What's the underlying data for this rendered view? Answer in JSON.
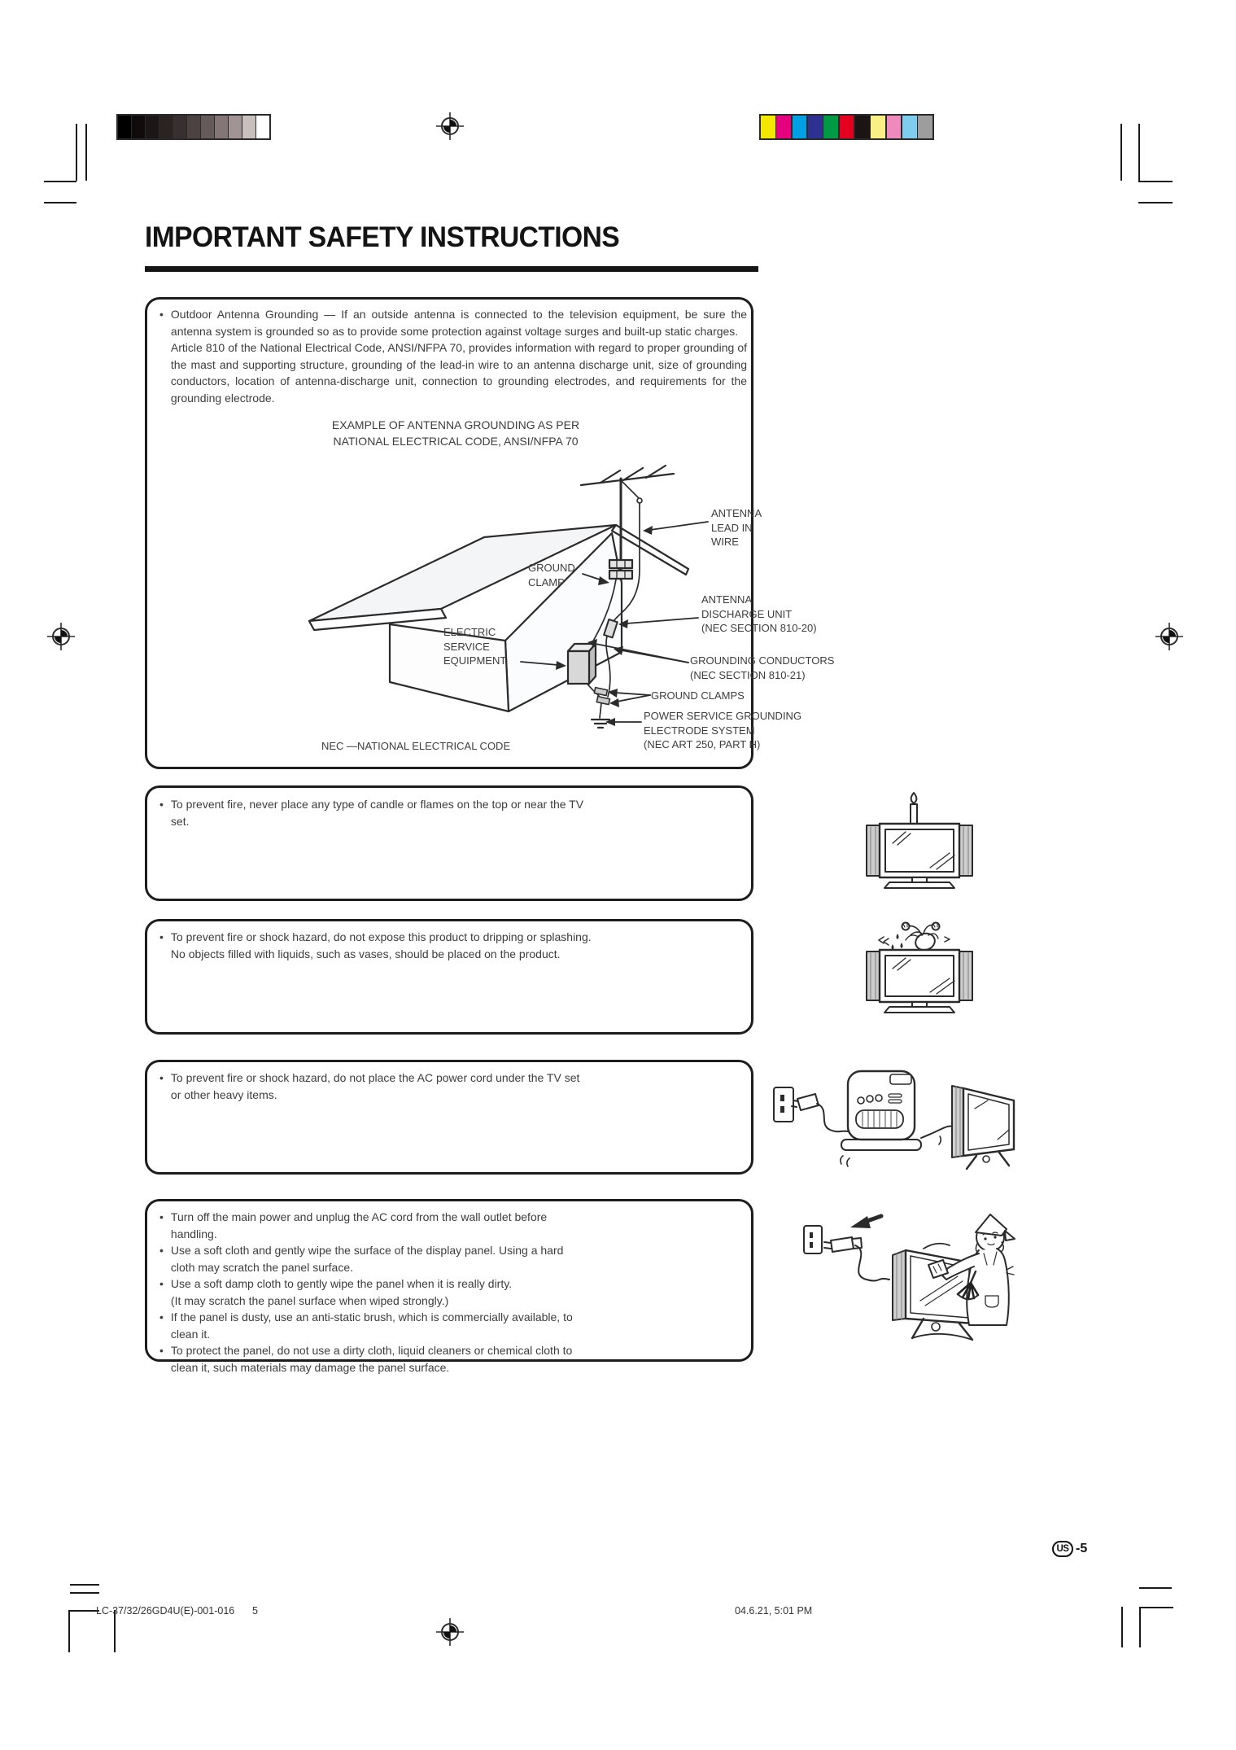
{
  "header": {
    "title": "IMPORTANT SAFETY INSTRUCTIONS"
  },
  "print_marks": {
    "grayscale_bar": [
      "#000000",
      "#0f0b0b",
      "#1c1616",
      "#2a2322",
      "#383030",
      "#4c4242",
      "#665a5a",
      "#847676",
      "#a29494",
      "#c9bfbd",
      "#ffffff"
    ],
    "color_bar": [
      "#f5e800",
      "#e4007f",
      "#00a0e4",
      "#2e3192",
      "#009a44",
      "#e50020",
      "#1c1412",
      "#f8f084",
      "#ef8abc",
      "#7fcdee",
      "#9d9d9d"
    ]
  },
  "antenna_section": {
    "body": "Outdoor Antenna Grounding — If an outside antenna is connected to the television equipment, be sure the antenna system is grounded so as to provide some protection against voltage surges and built-up static charges.\nArticle 810 of the National Electrical Code, ANSI/NFPA 70, provides information with regard to proper grounding of the mast and supporting structure, grounding of the lead-in wire to an antenna discharge unit, size of grounding conductors, location of antenna-discharge unit, connection to grounding electrodes, and requirements for the grounding electrode.",
    "diagram": {
      "caption": "EXAMPLE OF ANTENNA GROUNDING AS PER\nNATIONAL ELECTRICAL CODE, ANSI/NFPA 70",
      "labels": {
        "antenna_lead_in_wire": "ANTENNA\nLEAD IN\nWIRE",
        "ground_clamp": "GROUND\nCLAMP",
        "electric_service_equipment": "ELECTRIC\nSERVICE\nEQUIPMENT",
        "antenna_discharge_unit": "ANTENNA\nDISCHARGE UNIT\n(NEC SECTION 810-20)",
        "grounding_conductors": "GROUNDING CONDUCTORS\n(NEC SECTION 810-21)",
        "ground_clamps": "GROUND CLAMPS",
        "power_service": "POWER SERVICE GROUNDING\nELECTRODE SYSTEM\n(NEC ART 250, PART H)",
        "nec_note": "NEC —NATIONAL ELECTRICAL CODE"
      }
    }
  },
  "candle_section": {
    "body": "To prevent fire, never place any type of candle or flames on the top or near the TV\nset."
  },
  "liquids_section": {
    "body": "To prevent fire or shock hazard, do not expose this product to dripping or splashing.\nNo objects filled with liquids, such as vases, should be placed on the product."
  },
  "power_cord_section": {
    "body": "To prevent fire or shock hazard, do not place the AC power cord under the TV set\nor other heavy items."
  },
  "handling_section": {
    "bullets": [
      "Turn off the main power and unplug the AC cord from the wall outlet before handling.",
      "Use a soft cloth and gently wipe the surface of the display panel. Using a hard\ncloth may scratch the panel surface.",
      "Use a soft damp cloth to gently wipe the panel when it is really dirty.\n(It may scratch the panel surface when wiped strongly.)",
      "If the panel is dusty, use an anti-static brush, which is commercially available, to\nclean it.",
      "To protect the panel, do not use a dirty cloth, liquid cleaners or chemical cloth to\nclean it, such materials may damage the panel surface."
    ]
  },
  "page_marker": {
    "region": "US",
    "number": "-5"
  },
  "footer": {
    "document_code": "LC-37/32/26GD4U(E)-001-016",
    "page": "5",
    "timestamp": "04.6.21, 5:01 PM"
  }
}
